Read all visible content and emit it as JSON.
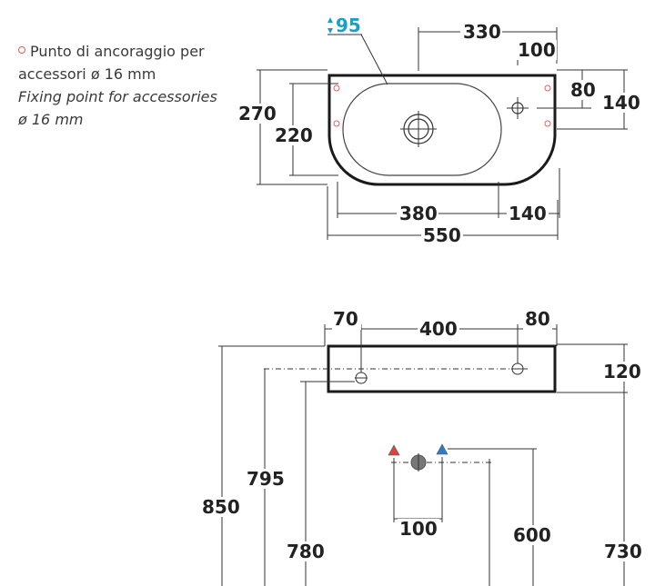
{
  "legend": {
    "line1_it": "Punto di ancoraggio per accessori ø 16 mm",
    "line2_en": "Fixing point for accessories ø 16 mm"
  },
  "top_view": {
    "dims": {
      "d95": "95",
      "d330": "330",
      "d100": "100",
      "d80": "80",
      "d140_right": "140",
      "d270": "270",
      "d220": "220",
      "d380": "380",
      "d140_bottom": "140",
      "d550": "550"
    }
  },
  "front_view": {
    "dims": {
      "d70": "70",
      "d400": "400",
      "d80": "80",
      "d120": "120",
      "d795": "795",
      "d850": "850",
      "d780": "780",
      "d100": "100",
      "d600": "600",
      "d730": "730"
    }
  },
  "colors": {
    "hot": "#d9443f",
    "cold": "#2e7dc1",
    "accent": "#1aa0c8",
    "drain": "#777777"
  }
}
